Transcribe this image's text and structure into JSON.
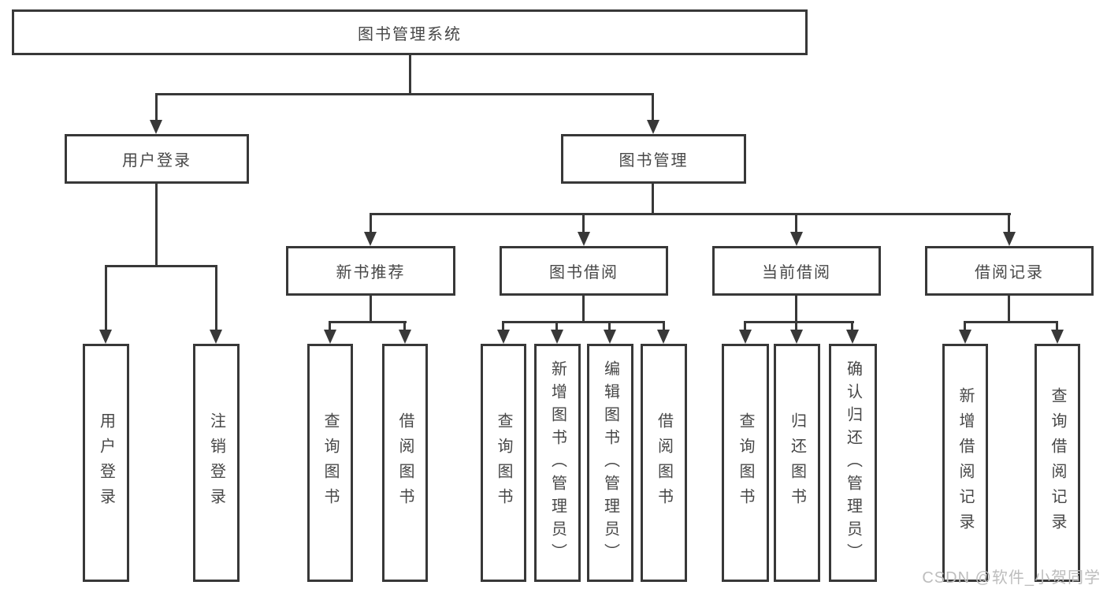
{
  "diagram": {
    "title": "图书管理系统",
    "watermark": "CSDN @软件_小贺同学",
    "level1": [
      {
        "label": "用户登录"
      },
      {
        "label": "图书管理"
      }
    ],
    "level2": [
      {
        "label": "新书推荐"
      },
      {
        "label": "图书借阅"
      },
      {
        "label": "当前借阅"
      },
      {
        "label": "借阅记录"
      }
    ],
    "leaves": {
      "login": [
        "用户登录",
        "注销登录"
      ],
      "recommend": [
        "查询图书",
        "借阅图书"
      ],
      "borrow": [
        "查询图书",
        "新增图书（管理员）",
        "编辑图书（管理员）",
        "借阅图书"
      ],
      "current": [
        "查询图书",
        "归还图书",
        "确认归还（管理员）"
      ],
      "records": [
        "新增借阅记录",
        "查询借阅记录"
      ]
    },
    "colors": {
      "line": "#383838",
      "text": "#474747",
      "background": "#ffffff",
      "watermark": "#bdbdbd"
    }
  }
}
